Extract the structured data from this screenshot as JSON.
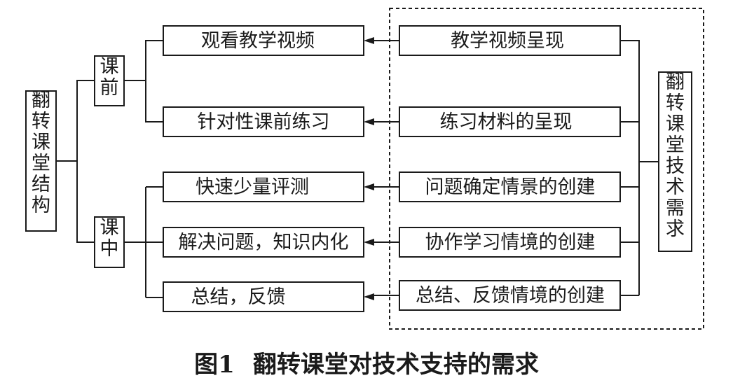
{
  "structure_title": "翻转课堂结构",
  "tech_title": "翻转课堂技术需求",
  "phase_pre": "课前",
  "phase_in": "课中",
  "activities": [
    "观看教学视频",
    "针对性课前练习",
    "快速少量评测",
    "解决问题，知识内化",
    "总结，反馈"
  ],
  "requirements": [
    "教学视频呈现",
    "练习材料的呈现",
    "问题确定情景的创建",
    "协作学习情境的创建",
    "总结、反馈情境的创建"
  ],
  "caption": {
    "number": "图1",
    "text": "翻转课堂对技术支持的需求"
  }
}
